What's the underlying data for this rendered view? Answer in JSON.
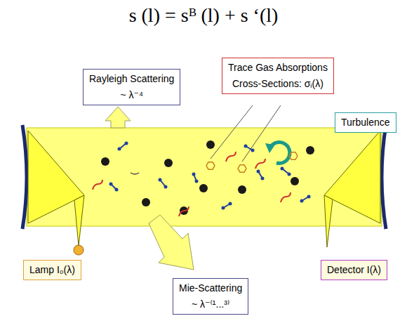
{
  "diagram": {
    "title": "s (l) = sᴮ (l) + s ‘(l)",
    "nodes": [
      {
        "text": [
          "Rayleigh Scattering",
          "~ λ⁻⁴"
        ]
      },
      {
        "text": [
          "Trace Gas Absorptions",
          "Cross-Sections: σᵢ(λ)"
        ]
      },
      {
        "text": [
          "Turbulence"
        ]
      },
      {
        "text": [
          "Lamp I₀(λ)"
        ]
      },
      {
        "text": [
          "Mie-Scattering",
          "~ λ⁻⁽¹...³⁾"
        ]
      },
      {
        "text": [
          "Detector I(λ)"
        ]
      }
    ]
  }
}
